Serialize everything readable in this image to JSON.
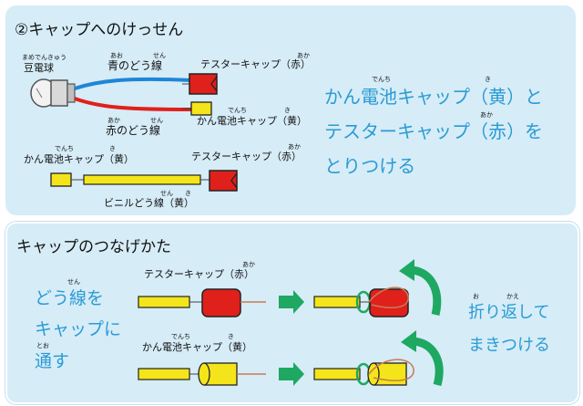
{
  "top": {
    "title": "②キャップへのけっせん",
    "labels": {
      "bulb": "豆電球",
      "bulb_ruby": "まめでんきゅう",
      "blue_wire": "青のどう線",
      "blue_ruby1": "あお",
      "blue_ruby2": "せん",
      "red_wire": "赤のどう線",
      "red_ruby1": "あか",
      "red_ruby2": "せん",
      "tester_cap_1": "テスターキャップ（赤）",
      "tester_ruby_1": "あか",
      "battery_cap_1": "かん電池キャップ（黄）",
      "battery_ruby_a1": "でんち",
      "battery_ruby_b1": "き",
      "battery_cap_2": "かん電池キャップ（黄）",
      "battery_ruby_a2": "でんち",
      "battery_ruby_b2": "き",
      "tester_cap_2": "テスターキャップ（赤）",
      "tester_ruby_2": "あか",
      "vinyl_wire": "ビニルどう線（黄）",
      "vinyl_ruby1": "せん",
      "vinyl_ruby2": "き"
    },
    "instruction": {
      "line1": "かん電池キャップ（黄）と",
      "line2": "テスターキャップ（赤）を",
      "line3": "とりつける",
      "ruby_denchi": "でんち",
      "ruby_ki": "き",
      "ruby_aka": "あか"
    }
  },
  "bottom": {
    "title": "キャップのつなげかた",
    "left_line1": "どう線を",
    "left_ruby": "せん",
    "left_line2": "キャップに",
    "left_line3": "通す",
    "left_ruby2": "とお",
    "tester_cap": "テスターキャップ（赤）",
    "tester_ruby": "あか",
    "battery_cap": "かん電池キャップ（黄）",
    "battery_ruby_a": "でんち",
    "battery_ruby_b": "き",
    "right_line1": "折り返して",
    "right_ruby1": "お",
    "right_ruby2": "かえ",
    "right_line2": "まきつける"
  },
  "colors": {
    "panel": "#d6ecf7",
    "accent_text": "#2a9bd4",
    "red_cap": "#e0201b",
    "yellow": "#f4e51a",
    "blue_wire": "#1f86d6",
    "green_arrow": "#1ea862"
  }
}
